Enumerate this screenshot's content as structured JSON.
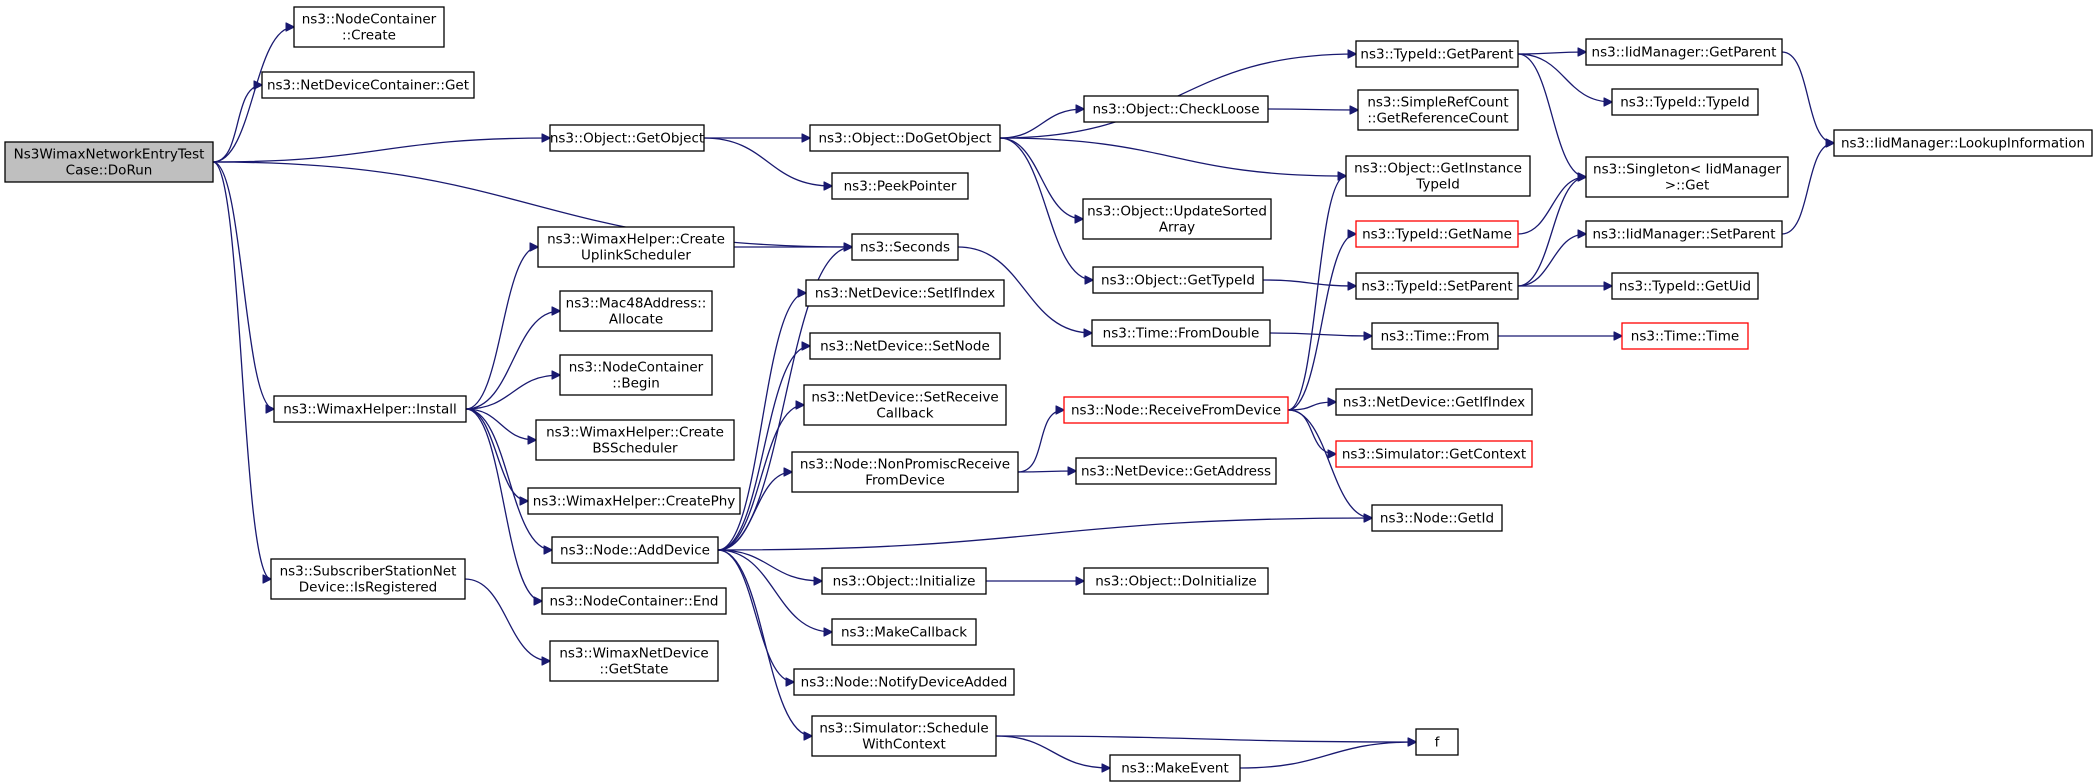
{
  "nodes": [
    {
      "id": "root",
      "lines": [
        "Ns3WimaxNetworkEntryTest",
        "Case::DoRun"
      ],
      "style": "root"
    },
    {
      "id": "nc_create",
      "lines": [
        "ns3::NodeContainer",
        "::Create"
      ]
    },
    {
      "id": "ndc_get",
      "lines": [
        "ns3::NetDeviceContainer::Get"
      ]
    },
    {
      "id": "obj_getobject",
      "lines": [
        "ns3::Object::GetObject"
      ]
    },
    {
      "id": "obj_dogetobject",
      "lines": [
        "ns3::Object::DoGetObject"
      ]
    },
    {
      "id": "peekpointer",
      "lines": [
        "ns3::PeekPointer"
      ]
    },
    {
      "id": "tid_getparent",
      "lines": [
        "ns3::TypeId::GetParent"
      ]
    },
    {
      "id": "obj_checkloose",
      "lines": [
        "ns3::Object::CheckLoose"
      ]
    },
    {
      "id": "obj_updatesorted",
      "lines": [
        "ns3::Object::UpdateSorted",
        "Array"
      ]
    },
    {
      "id": "obj_gettypeid",
      "lines": [
        "ns3::Object::GetTypeId"
      ]
    },
    {
      "id": "srefcount",
      "lines": [
        "ns3::SimpleRefCount",
        "::GetReferenceCount"
      ]
    },
    {
      "id": "obj_getinstancetypeid",
      "lines": [
        "ns3::Object::GetInstance",
        "TypeId"
      ]
    },
    {
      "id": "tid_getname",
      "lines": [
        "ns3::TypeId::GetName"
      ],
      "style": "red"
    },
    {
      "id": "tid_setparent",
      "lines": [
        "ns3::TypeId::SetParent"
      ]
    },
    {
      "id": "iid_getparent",
      "lines": [
        "ns3::IidManager::GetParent"
      ]
    },
    {
      "id": "tid_typeid",
      "lines": [
        "ns3::TypeId::TypeId"
      ]
    },
    {
      "id": "singleton_get",
      "lines": [
        "ns3::Singleton< IidManager",
        " >::Get"
      ]
    },
    {
      "id": "iid_setparent",
      "lines": [
        "ns3::IidManager::SetParent"
      ]
    },
    {
      "id": "tid_getuid",
      "lines": [
        "ns3::TypeId::GetUid"
      ]
    },
    {
      "id": "iid_lookup",
      "lines": [
        "ns3::IidManager::LookupInformation"
      ]
    },
    {
      "id": "seconds",
      "lines": [
        "ns3::Seconds"
      ]
    },
    {
      "id": "time_fromdouble",
      "lines": [
        "ns3::Time::FromDouble"
      ]
    },
    {
      "id": "time_from",
      "lines": [
        "ns3::Time::From"
      ]
    },
    {
      "id": "time_time",
      "lines": [
        "ns3::Time::Time"
      ],
      "style": "red"
    },
    {
      "id": "wh_createuplink",
      "lines": [
        "ns3::WimaxHelper::Create",
        "UplinkScheduler"
      ]
    },
    {
      "id": "mac48_allocate",
      "lines": [
        "ns3::Mac48Address::",
        "Allocate"
      ]
    },
    {
      "id": "nc_begin",
      "lines": [
        "ns3::NodeContainer",
        "::Begin"
      ]
    },
    {
      "id": "wh_install",
      "lines": [
        "ns3::WimaxHelper::Install"
      ]
    },
    {
      "id": "wh_createbs",
      "lines": [
        "ns3::WimaxHelper::Create",
        "BSScheduler"
      ]
    },
    {
      "id": "wh_createphy",
      "lines": [
        "ns3::WimaxHelper::CreatePhy"
      ]
    },
    {
      "id": "node_adddevice",
      "lines": [
        "ns3::Node::AddDevice"
      ]
    },
    {
      "id": "nc_end",
      "lines": [
        "ns3::NodeContainer::End"
      ]
    },
    {
      "id": "ssnd_isregistered",
      "lines": [
        "ns3::SubscriberStationNet",
        "Device::IsRegistered"
      ]
    },
    {
      "id": "wnd_getstate",
      "lines": [
        "ns3::WimaxNetDevice",
        "::GetState"
      ]
    },
    {
      "id": "nd_setifindex",
      "lines": [
        "ns3::NetDevice::SetIfIndex"
      ]
    },
    {
      "id": "nd_setnode",
      "lines": [
        "ns3::NetDevice::SetNode"
      ]
    },
    {
      "id": "nd_setreceivecb",
      "lines": [
        "ns3::NetDevice::SetReceive",
        "Callback"
      ]
    },
    {
      "id": "node_nonpromisc",
      "lines": [
        "ns3::Node::NonPromiscReceive",
        "FromDevice"
      ]
    },
    {
      "id": "node_receivefromdevice",
      "lines": [
        "ns3::Node::ReceiveFromDevice"
      ],
      "style": "red"
    },
    {
      "id": "nd_getifindex",
      "lines": [
        "ns3::NetDevice::GetIfIndex"
      ]
    },
    {
      "id": "sim_getcontext",
      "lines": [
        "ns3::Simulator::GetContext"
      ],
      "style": "red"
    },
    {
      "id": "nd_getaddress",
      "lines": [
        "ns3::NetDevice::GetAddress"
      ]
    },
    {
      "id": "node_getid",
      "lines": [
        "ns3::Node::GetId"
      ]
    },
    {
      "id": "obj_initialize",
      "lines": [
        "ns3::Object::Initialize"
      ]
    },
    {
      "id": "obj_doinitialize",
      "lines": [
        "ns3::Object::DoInitialize"
      ]
    },
    {
      "id": "makecallback",
      "lines": [
        "ns3::MakeCallback"
      ]
    },
    {
      "id": "node_notifyadded",
      "lines": [
        "ns3::Node::NotifyDeviceAdded"
      ]
    },
    {
      "id": "sim_schedulectx",
      "lines": [
        "ns3::Simulator::Schedule",
        "WithContext"
      ]
    },
    {
      "id": "makeevent",
      "lines": [
        "ns3::MakeEvent"
      ]
    },
    {
      "id": "f",
      "lines": [
        "f"
      ]
    }
  ],
  "edges": [
    [
      "root",
      "nc_create"
    ],
    [
      "root",
      "ndc_get"
    ],
    [
      "root",
      "obj_getobject"
    ],
    [
      "root",
      "seconds"
    ],
    [
      "root",
      "wh_install"
    ],
    [
      "root",
      "ssnd_isregistered"
    ],
    [
      "obj_getobject",
      "obj_dogetobject"
    ],
    [
      "obj_getobject",
      "peekpointer"
    ],
    [
      "obj_dogetobject",
      "tid_getparent"
    ],
    [
      "obj_dogetobject",
      "obj_checkloose"
    ],
    [
      "obj_dogetobject",
      "obj_getinstancetypeid"
    ],
    [
      "obj_dogetobject",
      "obj_updatesorted"
    ],
    [
      "obj_dogetobject",
      "obj_gettypeid"
    ],
    [
      "obj_checkloose",
      "srefcount"
    ],
    [
      "tid_getparent",
      "iid_getparent"
    ],
    [
      "tid_getparent",
      "tid_typeid"
    ],
    [
      "tid_getparent",
      "singleton_get"
    ],
    [
      "iid_getparent",
      "iid_lookup"
    ],
    [
      "iid_setparent",
      "iid_lookup"
    ],
    [
      "obj_gettypeid",
      "tid_setparent"
    ],
    [
      "tid_setparent",
      "singleton_get"
    ],
    [
      "tid_setparent",
      "iid_setparent"
    ],
    [
      "tid_setparent",
      "tid_getuid"
    ],
    [
      "tid_getname",
      "singleton_get"
    ],
    [
      "seconds",
      "time_fromdouble"
    ],
    [
      "time_fromdouble",
      "time_from"
    ],
    [
      "time_from",
      "time_time"
    ],
    [
      "wh_install",
      "wh_createuplink"
    ],
    [
      "wh_install",
      "mac48_allocate"
    ],
    [
      "wh_install",
      "nc_begin"
    ],
    [
      "wh_install",
      "wh_createbs"
    ],
    [
      "wh_install",
      "wh_createphy"
    ],
    [
      "wh_install",
      "node_adddevice"
    ],
    [
      "wh_install",
      "nc_end"
    ],
    [
      "wh_createuplink",
      "seconds"
    ],
    [
      "ssnd_isregistered",
      "wnd_getstate"
    ],
    [
      "node_adddevice",
      "seconds"
    ],
    [
      "node_adddevice",
      "nd_setifindex"
    ],
    [
      "node_adddevice",
      "nd_setnode"
    ],
    [
      "node_adddevice",
      "nd_setreceivecb"
    ],
    [
      "node_adddevice",
      "node_nonpromisc"
    ],
    [
      "node_adddevice",
      "node_getid"
    ],
    [
      "node_adddevice",
      "obj_initialize"
    ],
    [
      "node_adddevice",
      "makecallback"
    ],
    [
      "node_adddevice",
      "node_notifyadded"
    ],
    [
      "node_adddevice",
      "sim_schedulectx"
    ],
    [
      "node_nonpromisc",
      "node_receivefromdevice"
    ],
    [
      "node_nonpromisc",
      "nd_getaddress"
    ],
    [
      "node_receivefromdevice",
      "obj_getinstancetypeid"
    ],
    [
      "node_receivefromdevice",
      "tid_getname"
    ],
    [
      "node_receivefromdevice",
      "nd_getifindex"
    ],
    [
      "node_receivefromdevice",
      "sim_getcontext"
    ],
    [
      "node_receivefromdevice",
      "node_getid"
    ],
    [
      "obj_initialize",
      "obj_doinitialize"
    ],
    [
      "sim_schedulectx",
      "f"
    ],
    [
      "sim_schedulectx",
      "makeevent"
    ],
    [
      "makeevent",
      "f"
    ]
  ]
}
